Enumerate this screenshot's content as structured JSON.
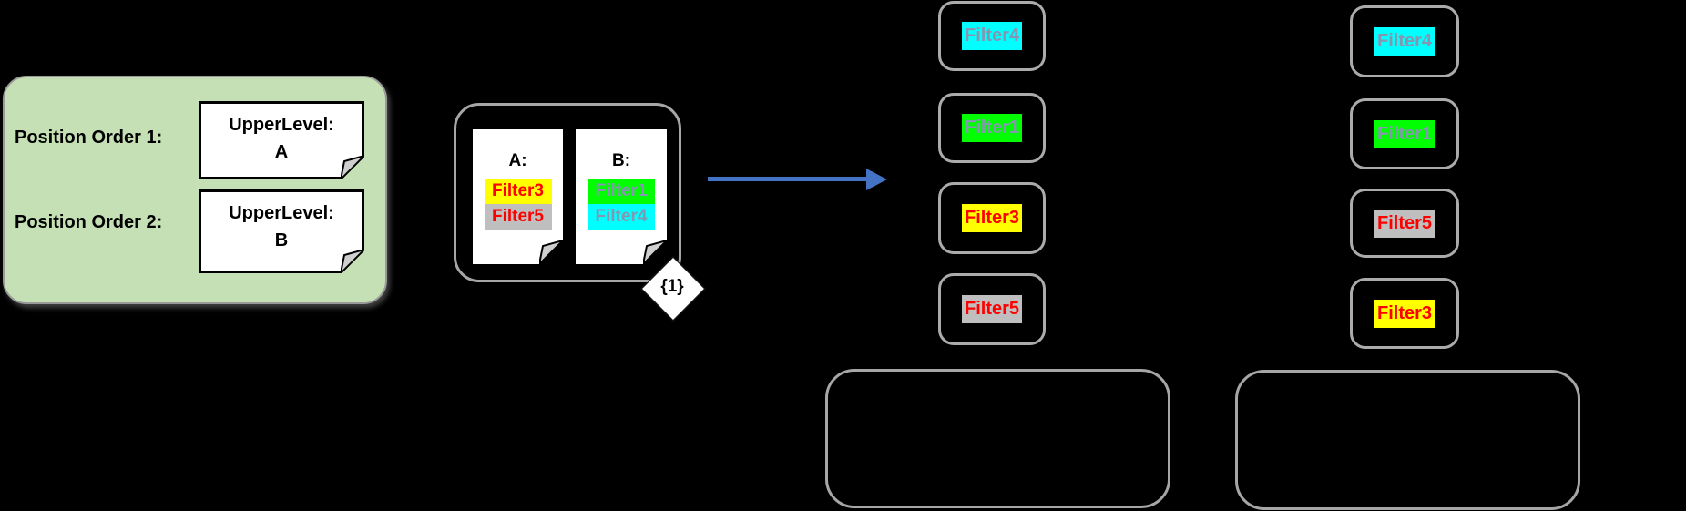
{
  "palette": {
    "background": "#000000",
    "legend_fill": "#C5E0B4",
    "outline_gray": "#A6A6A6",
    "arrow_blue": "#4472C4",
    "note_fill": "#FFFFFF",
    "yellow": "#FFFF00",
    "green": "#00FF00",
    "cyan": "#00FFFF",
    "gray_chip": "#BFBFBF",
    "red_text": "#FF0000",
    "bluegray_text": "#8496B0"
  },
  "legend": {
    "rows": [
      {
        "label": "Position Order 1:",
        "note_line1": "UpperLevel:",
        "note_line2": "A"
      },
      {
        "label": "Position Order 2:",
        "note_line1": "UpperLevel:",
        "note_line2": "B"
      }
    ]
  },
  "source": {
    "notes": [
      {
        "title": "A:",
        "chips": [
          {
            "label": "Filter3",
            "bg": "#FFFF00",
            "fg": "#FF0000"
          },
          {
            "label": "Filter5",
            "bg": "#BFBFBF",
            "fg": "#FF0000"
          }
        ]
      },
      {
        "title": "B:",
        "chips": [
          {
            "label": "Filter1",
            "bg": "#00FF00",
            "fg": "#8496B0"
          },
          {
            "label": "Filter4",
            "bg": "#00FFFF",
            "fg": "#8496B0"
          }
        ]
      }
    ],
    "cardinality_badge": "{1}"
  },
  "results": {
    "columns": [
      {
        "boxes": [
          {
            "label": "Filter4",
            "bg": "#00FFFF",
            "fg": "#8496B0"
          },
          {
            "label": "Filter1",
            "bg": "#00FF00",
            "fg": "#8496B0"
          },
          {
            "label": "Filter3",
            "bg": "#FFFF00",
            "fg": "#FF0000"
          },
          {
            "label": "Filter5",
            "bg": "#BFBFBF",
            "fg": "#FF0000"
          }
        ]
      },
      {
        "boxes": [
          {
            "label": "Filter4",
            "bg": "#00FFFF",
            "fg": "#8496B0"
          },
          {
            "label": "Filter1",
            "bg": "#00FF00",
            "fg": "#8496B0"
          },
          {
            "label": "Filter5",
            "bg": "#BFBFBF",
            "fg": "#FF0000"
          },
          {
            "label": "Filter3",
            "bg": "#FFFF00",
            "fg": "#FF0000"
          }
        ]
      }
    ]
  }
}
